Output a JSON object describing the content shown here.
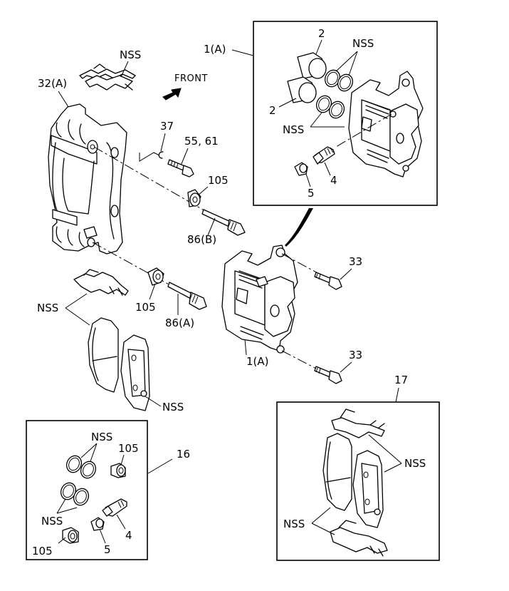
{
  "diagram": {
    "title": "Disc brake caliper assembly exploded view",
    "direction_indicator": {
      "label": "FRONT",
      "icon": "arrow-up-right-icon"
    },
    "callouts": {
      "bracket": "32(A)",
      "bracket_clip_nss": "NSS",
      "caliper_top_box_ref": "1(A)",
      "caliper_main": "1(A)",
      "clip_37": "37",
      "bolt_55_61": "55, 61",
      "bushing_upper": "105",
      "bushing_lower": "105",
      "pin_86b": "86(B)",
      "pin_86a": "86(A)",
      "bolt_33_upper": "33",
      "bolt_33_lower": "33",
      "pads_clip_nss": "NSS",
      "pad_shim_nss": "NSS"
    },
    "inset_caliper": {
      "ref": "1(A)",
      "piston_upper": "2",
      "piston_lower": "2",
      "seals_upper_nss": "NSS",
      "seals_lower_nss": "NSS",
      "bleeder": "4",
      "cap": "5"
    },
    "inset_seal_kit": {
      "ref": "16",
      "seals_upper_nss": "NSS",
      "seals_lower_nss": "NSS",
      "bushing_upper": "105",
      "bushing_lower": "105",
      "bleeder": "4",
      "cap": "5"
    },
    "inset_pad_kit": {
      "ref": "17",
      "pads_nss": "NSS",
      "clips_nss": "NSS"
    }
  }
}
